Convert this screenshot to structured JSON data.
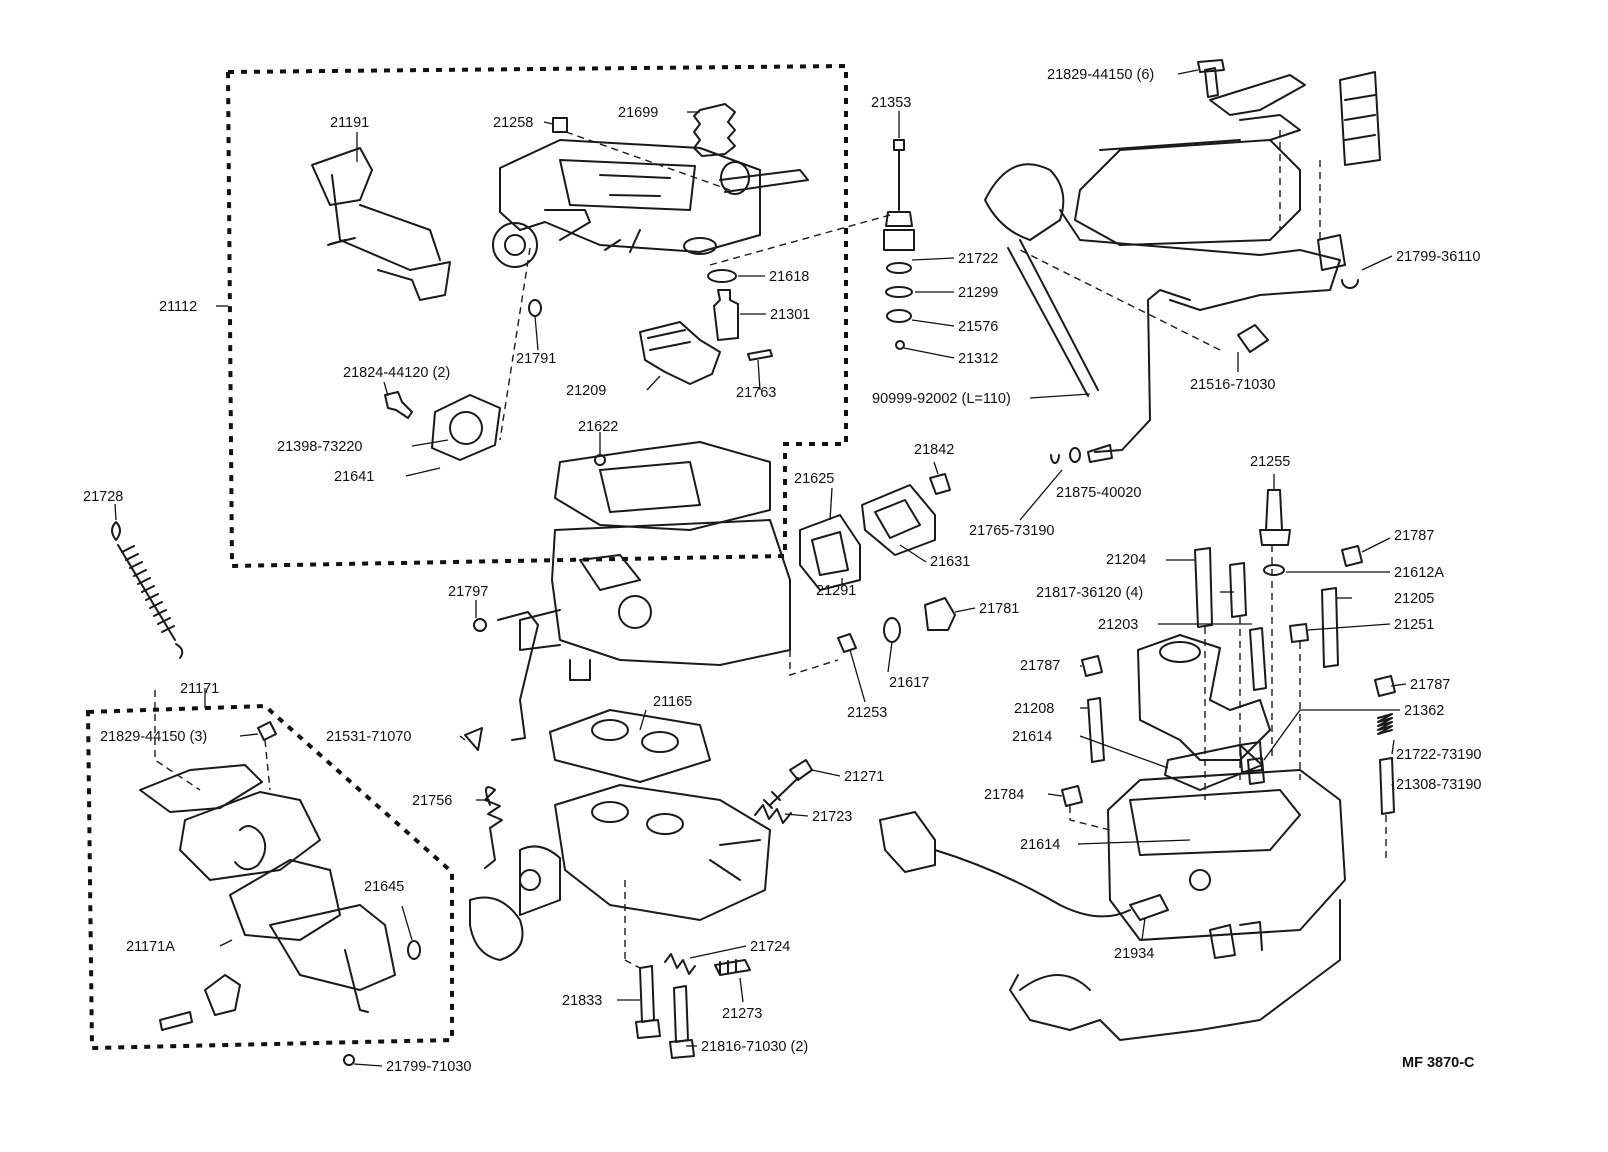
{
  "diagram": {
    "code": "MF 3870-C",
    "labels": [
      {
        "id": "p21829a",
        "text": "21829-44150 (6)"
      },
      {
        "id": "p21353",
        "text": "21353"
      },
      {
        "id": "p21699",
        "text": "21699"
      },
      {
        "id": "p21258",
        "text": "21258"
      },
      {
        "id": "p21191",
        "text": "21191"
      },
      {
        "id": "p21722",
        "text": "21722"
      },
      {
        "id": "p21799a",
        "text": "21799-36110"
      },
      {
        "id": "p21618",
        "text": "21618"
      },
      {
        "id": "p21299",
        "text": "21299"
      },
      {
        "id": "p21112",
        "text": "21112"
      },
      {
        "id": "p21301",
        "text": "21301"
      },
      {
        "id": "p21576",
        "text": "21576"
      },
      {
        "id": "p21791",
        "text": "21791"
      },
      {
        "id": "p21312",
        "text": "21312"
      },
      {
        "id": "p21516",
        "text": "21516-71030"
      },
      {
        "id": "p21824",
        "text": "21824-44120 (2)"
      },
      {
        "id": "p21209",
        "text": "21209"
      },
      {
        "id": "p21763",
        "text": "21763"
      },
      {
        "id": "p90999",
        "text": "90999-92002 (L=110)"
      },
      {
        "id": "p21398",
        "text": "21398-73220"
      },
      {
        "id": "p21622",
        "text": "21622"
      },
      {
        "id": "p21842",
        "text": "21842"
      },
      {
        "id": "p21641",
        "text": "21641"
      },
      {
        "id": "p21255",
        "text": "21255"
      },
      {
        "id": "p21625",
        "text": "21625"
      },
      {
        "id": "p21875",
        "text": "21875-40020"
      },
      {
        "id": "p21728",
        "text": "21728"
      },
      {
        "id": "p21765",
        "text": "21765-73190"
      },
      {
        "id": "p21787a",
        "text": "21787"
      },
      {
        "id": "p21631",
        "text": "21631"
      },
      {
        "id": "p21204",
        "text": "21204"
      },
      {
        "id": "p21612a",
        "text": "21612A"
      },
      {
        "id": "p21797",
        "text": "21797"
      },
      {
        "id": "p21291",
        "text": "21291"
      },
      {
        "id": "p21817",
        "text": "21817-36120 (4)"
      },
      {
        "id": "p21205",
        "text": "21205"
      },
      {
        "id": "p21781",
        "text": "21781"
      },
      {
        "id": "p21203",
        "text": "21203"
      },
      {
        "id": "p21251",
        "text": "21251"
      },
      {
        "id": "p21787b",
        "text": "21787"
      },
      {
        "id": "p21617",
        "text": "21617"
      },
      {
        "id": "p21171",
        "text": "21171"
      },
      {
        "id": "p21787c",
        "text": "21787"
      },
      {
        "id": "p21165",
        "text": "21165"
      },
      {
        "id": "p21253",
        "text": "21253"
      },
      {
        "id": "p21208",
        "text": "21208"
      },
      {
        "id": "p21362",
        "text": "21362"
      },
      {
        "id": "p21829b",
        "text": "21829-44150 (3)"
      },
      {
        "id": "p21531",
        "text": "21531-71070"
      },
      {
        "id": "p21614a",
        "text": "21614"
      },
      {
        "id": "p21722b",
        "text": "21722-73190"
      },
      {
        "id": "p21784",
        "text": "21784"
      },
      {
        "id": "p21271",
        "text": "21271"
      },
      {
        "id": "p21308",
        "text": "21308-73190"
      },
      {
        "id": "p21756",
        "text": "21756"
      },
      {
        "id": "p21723",
        "text": "21723"
      },
      {
        "id": "p21614b",
        "text": "21614"
      },
      {
        "id": "p21645",
        "text": "21645"
      },
      {
        "id": "p21171a",
        "text": "21171A"
      },
      {
        "id": "p21724",
        "text": "21724"
      },
      {
        "id": "p21934",
        "text": "21934"
      },
      {
        "id": "p21833",
        "text": "21833"
      },
      {
        "id": "p21273",
        "text": "21273"
      },
      {
        "id": "p21816",
        "text": "21816-71030 (2)"
      },
      {
        "id": "p21799b",
        "text": "21799-71030"
      }
    ]
  }
}
